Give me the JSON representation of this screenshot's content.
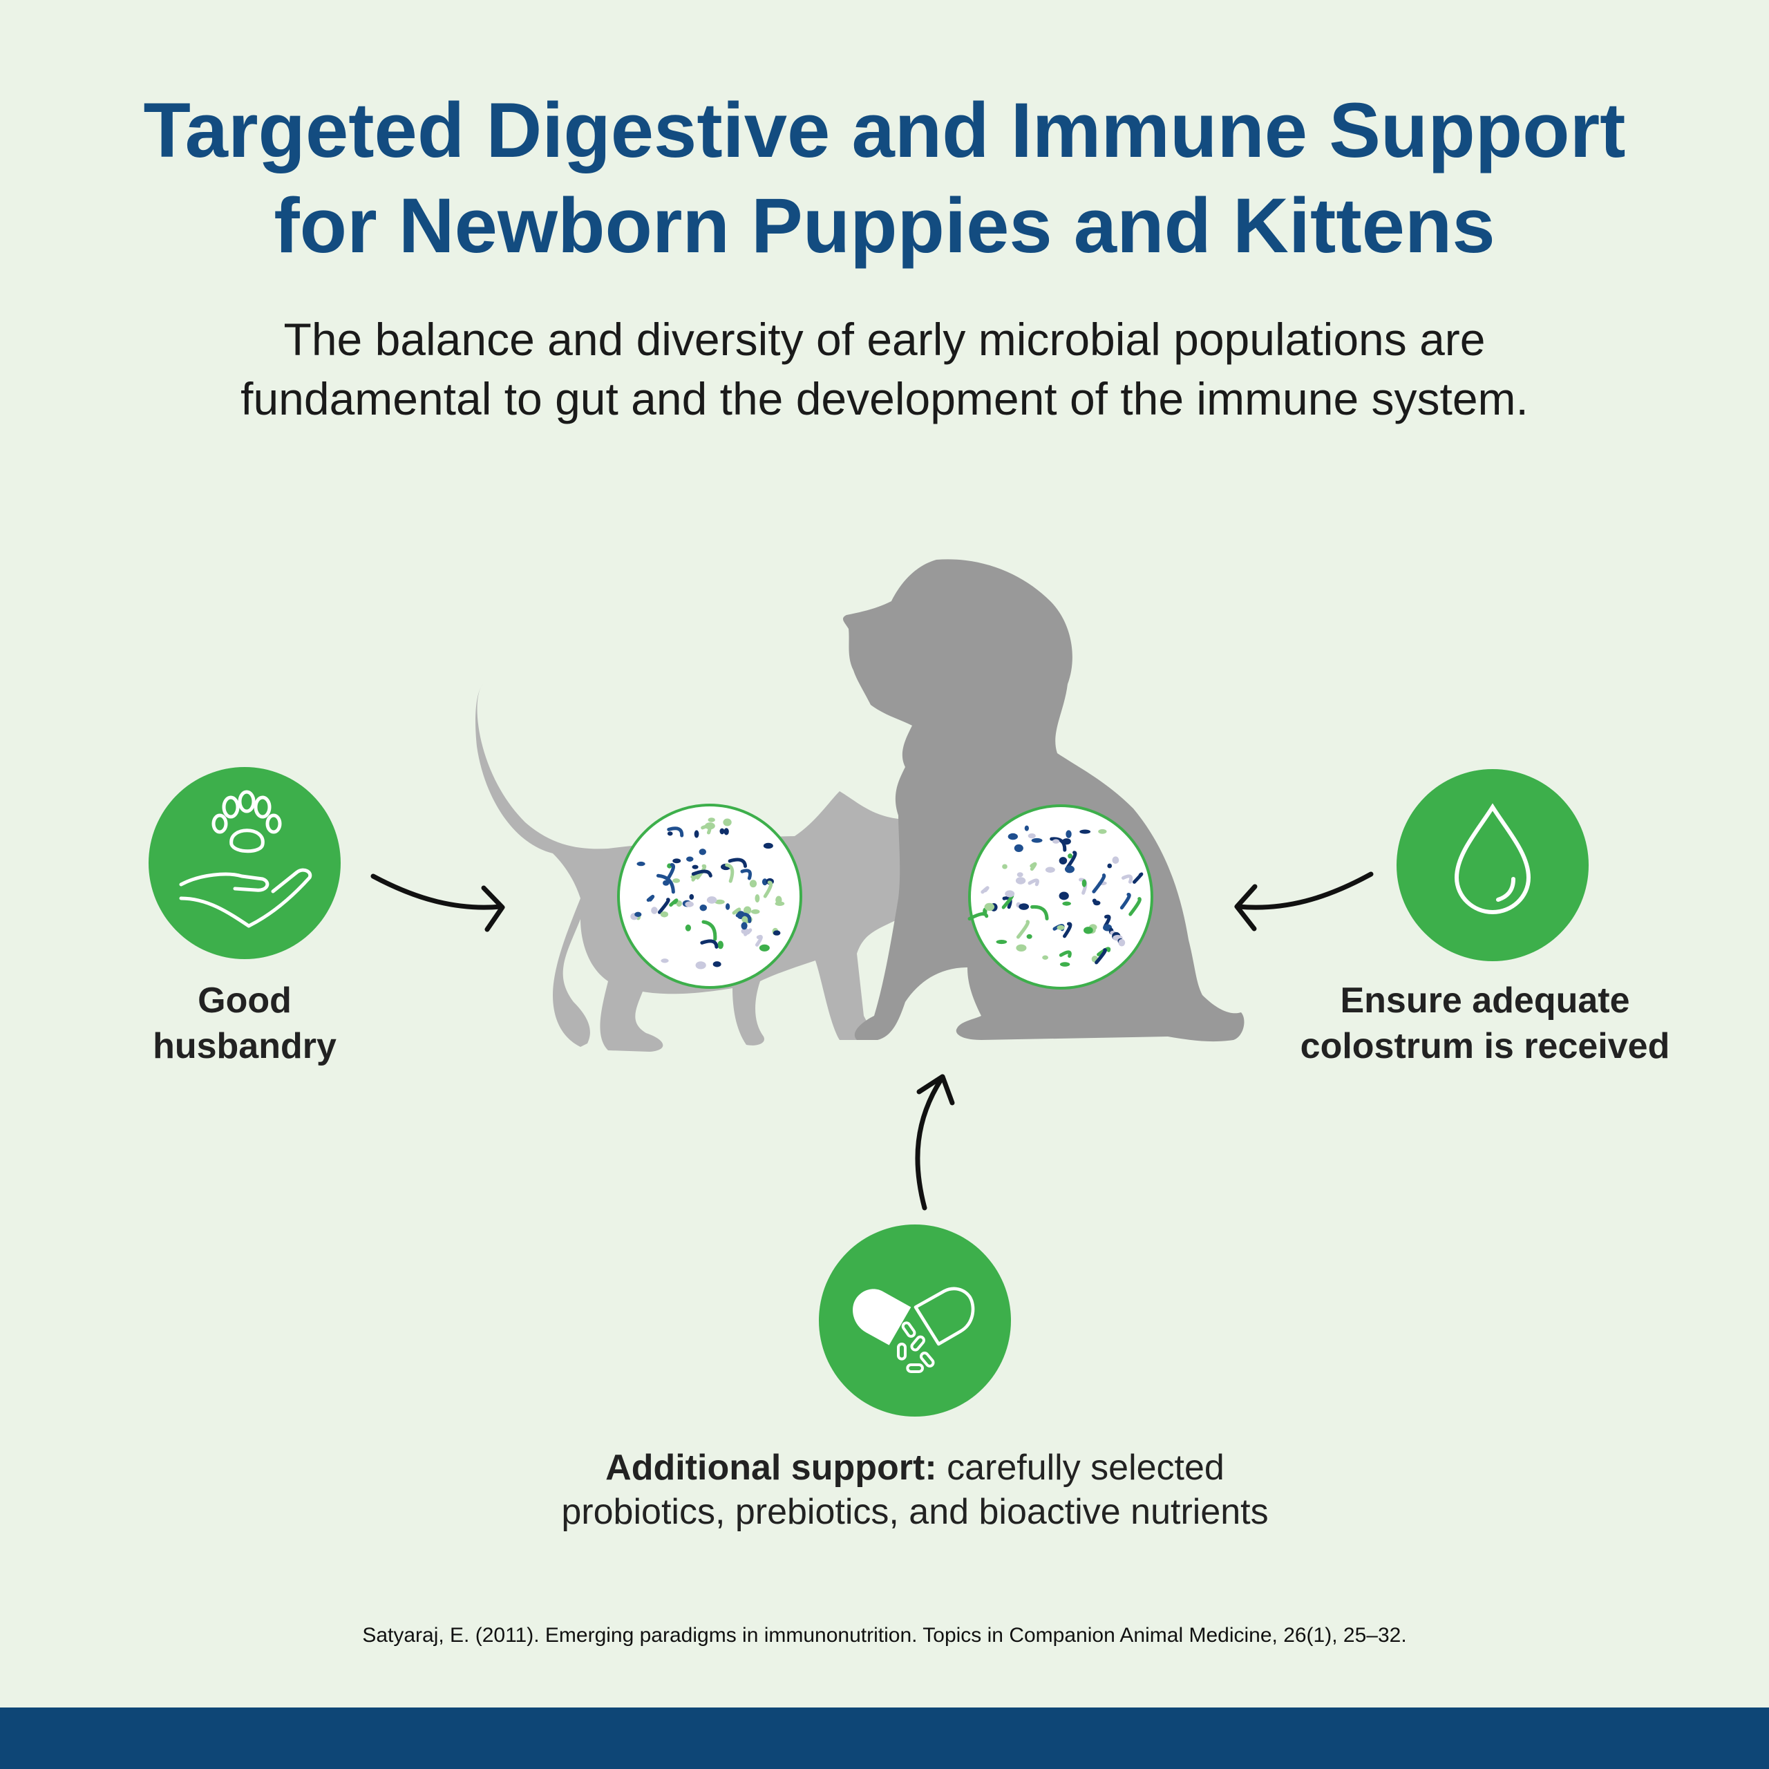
{
  "title": {
    "line1": "Targeted Digestive and Immune Support",
    "line2": "for Newborn Puppies and Kittens"
  },
  "subtitle": {
    "line1": "The balance and diversity of early microbial populations are",
    "line2": "fundamental to gut and the development of the immune system."
  },
  "factors": {
    "husbandry": {
      "line1": "Good",
      "line2": "husbandry",
      "icon": "paw-in-hand-icon"
    },
    "colostrum": {
      "line1": "Ensure adequate",
      "line2": "colostrum is received",
      "icon": "droplet-icon"
    },
    "support": {
      "bold": "Additional support:",
      "rest1": " carefully selected",
      "line2": "probiotics, prebiotics, and bioactive nutrients",
      "icon": "capsule-icon"
    }
  },
  "citation": "Satyaraj, E. (2011). Emerging paradigms in immunonutrition. Topics in Companion Animal Medicine, 26(1), 25–32.",
  "colors": {
    "background": "#ebf3e7",
    "title": "#134c80",
    "green": "#3daf4b",
    "footer": "#0e4676",
    "kitten": "#b3b3b3",
    "puppy": "#999999"
  }
}
